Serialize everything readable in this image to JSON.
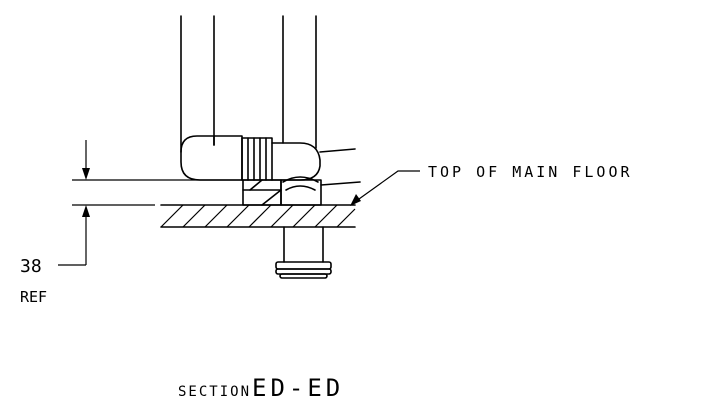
{
  "annotations": {
    "floor_label": "TOP OF MAIN FLOOR",
    "dimension_value": "38",
    "dimension_note": "REF"
  },
  "section": {
    "prefix": "SECTION",
    "name": "ED-ED"
  }
}
